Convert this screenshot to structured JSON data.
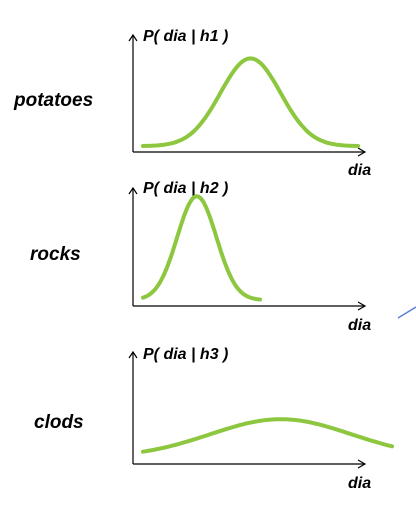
{
  "chart_data": [
    {
      "type": "line",
      "title": "P( dia | h1 )",
      "category_label": "potatoes",
      "xlabel": "dia",
      "ylabel": "P( dia | h1 )",
      "grid": false,
      "series": [
        {
          "x": [
            0,
            1
          ],
          "y": [
            0,
            0
          ],
          "mean": 0.5,
          "sd": 0.14,
          "peak": 0.8,
          "base": 0.05
        }
      ],
      "xlim": [
        0,
        1
      ],
      "ylim": [
        0,
        1
      ],
      "colors": {
        "curve": "#8dc63f",
        "axis": "#000000",
        "annotation": "#5b7fd8"
      }
    },
    {
      "type": "line",
      "title": "P( dia | h2 )",
      "category_label": "rocks",
      "xlabel": "dia",
      "ylabel": "P( dia | h2 )",
      "grid": false,
      "series": [
        {
          "x": [
            0,
            1
          ],
          "y": [
            0,
            0
          ],
          "mean": 0.31,
          "sd": 0.07,
          "peak": 0.93,
          "base": 0.05
        }
      ],
      "xlim": [
        0,
        1
      ],
      "ylim": [
        0,
        1
      ],
      "colors": {
        "curve": "#8dc63f",
        "axis": "#000000",
        "annotation": "#5b7fd8"
      }
    },
    {
      "type": "line",
      "title": "P( dia | h3 )",
      "category_label": "clods",
      "xlabel": "dia",
      "ylabel": "P( dia | h3 )",
      "grid": false,
      "series": [
        {
          "x": [
            0,
            1
          ],
          "y": [
            0,
            0
          ],
          "mean": 0.57,
          "sd": 0.16,
          "peak": 0.4,
          "base": 0.06
        }
      ],
      "xlim": [
        0,
        1
      ],
      "ylim": [
        0,
        1
      ],
      "colors": {
        "curve": "#8dc63f",
        "axis": "#000000",
        "annotation": "#5b7fd8"
      }
    }
  ]
}
